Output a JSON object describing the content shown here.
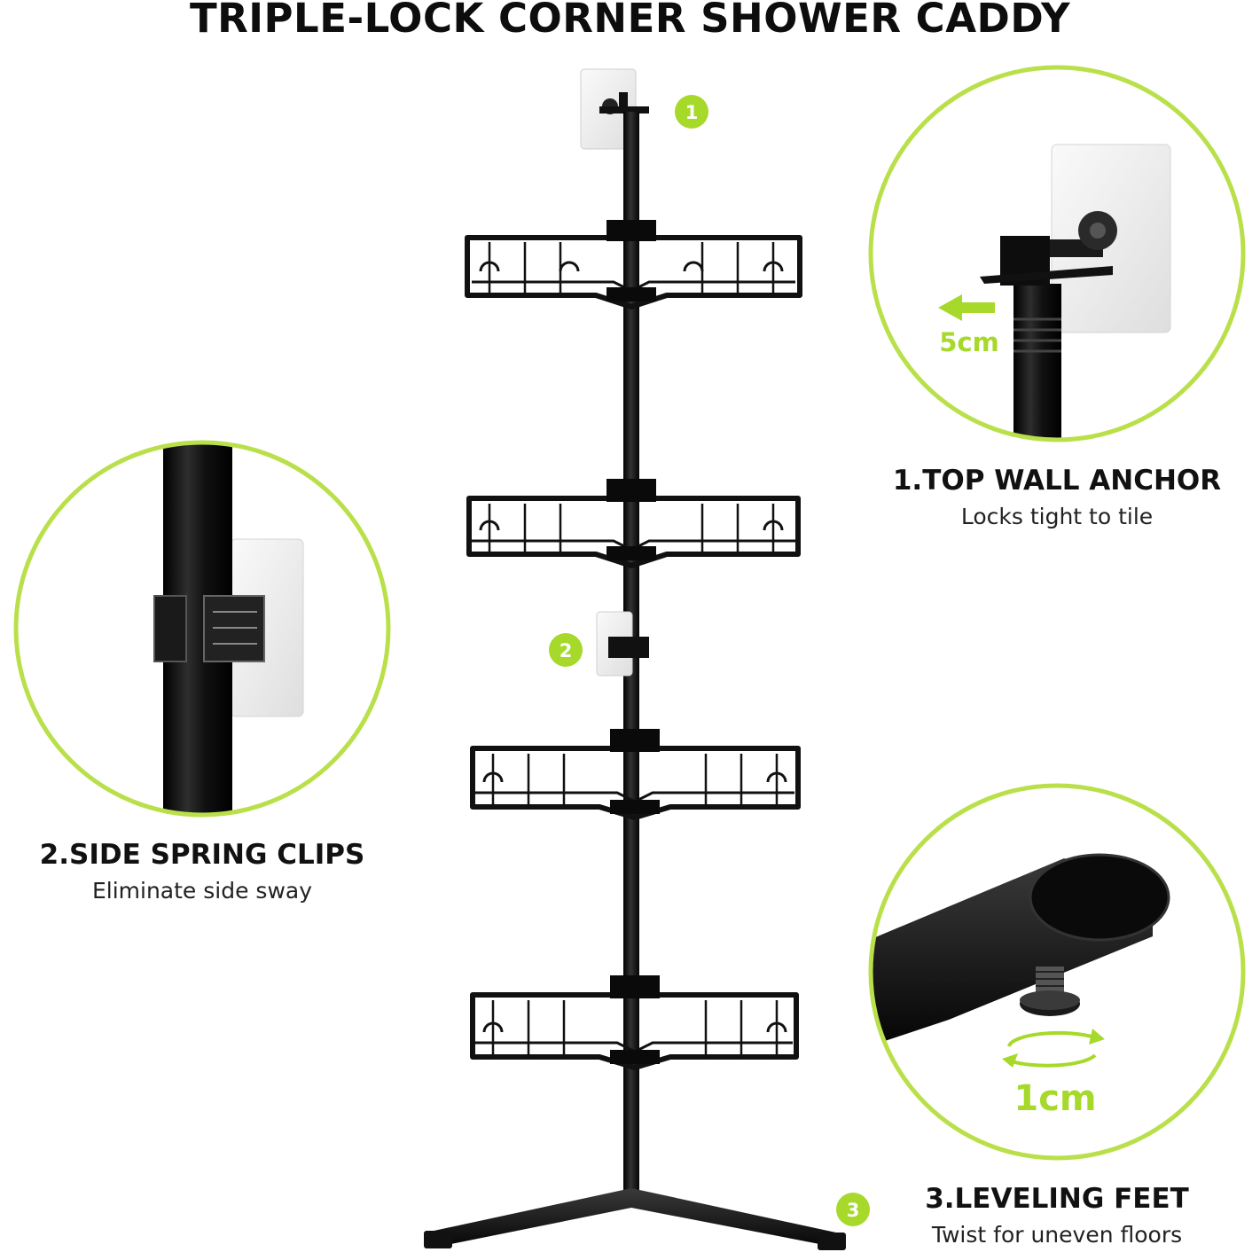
{
  "title": "TRIPLE-LOCK CORNER SHOWER CADDY",
  "colors": {
    "accent": "#a6d92a",
    "accent_ring": "#b9e04a",
    "metal": "#1a1a1a",
    "plate": "#eeeeee",
    "background": "#ffffff"
  },
  "markers": [
    "1",
    "2",
    "3"
  ],
  "features": [
    {
      "number": "1",
      "title": "1.TOP WALL ANCHOR",
      "subtitle": "Locks tight to tile",
      "measure": "5cm",
      "icon": "wall-anchor-icon"
    },
    {
      "number": "2",
      "title": "2.SIDE SPRING CLIPS",
      "subtitle": "Eliminate side sway",
      "icon": "spring-clip-icon"
    },
    {
      "number": "3",
      "title": "3.LEVELING FEET",
      "subtitle": "Twist for uneven floors",
      "measure": "1cm",
      "icon": "leveling-foot-icon"
    }
  ]
}
